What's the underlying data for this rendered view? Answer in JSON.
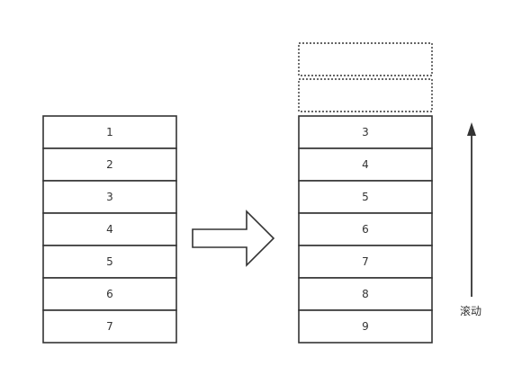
{
  "left_list": {
    "items": [
      "1",
      "2",
      "3",
      "4",
      "5",
      "6",
      "7"
    ]
  },
  "right_list": {
    "ghost_count": 2,
    "items": [
      "3",
      "4",
      "5",
      "6",
      "7",
      "8",
      "9"
    ]
  },
  "scroll_label": "滚动",
  "colors": {
    "stroke": "#333333",
    "background": "#ffffff"
  }
}
